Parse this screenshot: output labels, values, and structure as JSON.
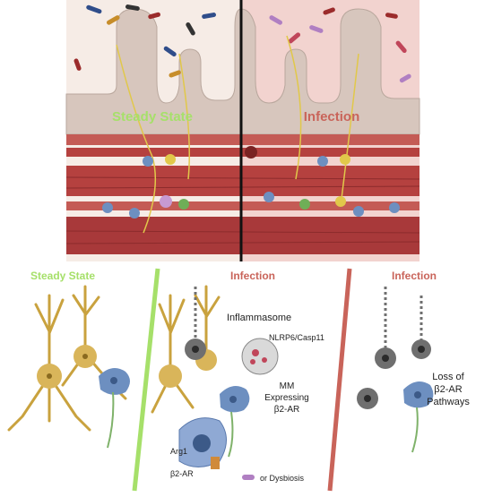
{
  "top_panel": {
    "left_title": "Steady State",
    "right_title": "Infection"
  },
  "bottom_panel": {
    "col1_title": "Steady State",
    "col2_title": "Infection",
    "col3_title": "Infection",
    "inflammasome_label": "Inflammasome",
    "nlrp_label": "NLRP6/Casp11",
    "mm_line1": "MM",
    "mm_line2": "Expressing",
    "mm_line3": "β2-AR",
    "arg1_label": "Arg1",
    "b2ar_label": "β2-AR",
    "dysbiosis_label": "or Dysbiosis",
    "loss_line1": "Loss of",
    "loss_line2": "β2-AR",
    "loss_line3": "Pathways"
  },
  "colors": {
    "steady_bg": "#f6ece6",
    "infection_bg": "#f2d3cf",
    "muscle": "#b5413f",
    "neuron_gold": "#d9b55a",
    "neuron_grey": "#6f6f6f",
    "macrophage": "#6d8fc0",
    "green_accent": "#a6e06a",
    "red_accent": "#c9645a"
  }
}
